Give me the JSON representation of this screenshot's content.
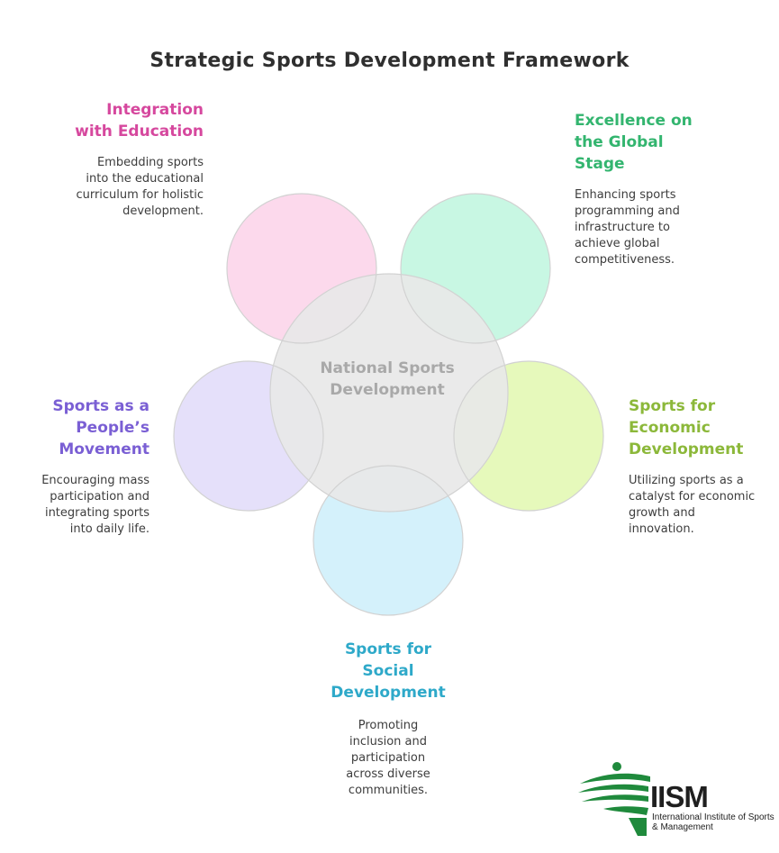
{
  "title": "Strategic Sports Development Framework",
  "center_label": "National Sports Development",
  "nodes": [
    {
      "heading": "Integration with Education",
      "description": "Embedding sports into the educational curriculum for holistic development.",
      "color": "#d6489e",
      "fill": "#fcd9ec"
    },
    {
      "heading": "Excellence on the Global Stage",
      "description": "Enhancing sports programming and infrastructure to achieve global competitiveness.",
      "color": "#33b56f",
      "fill": "#c8f7e3"
    },
    {
      "heading": "Sports for Economic Development",
      "description": "Utilizing sports as a catalyst for economic growth and innovation.",
      "color": "#8cb83a",
      "fill": "#e6f9bb"
    },
    {
      "heading": "Sports for Social Development",
      "description": "Promoting inclusion and participation across diverse communities.",
      "color": "#2ea9c9",
      "fill": "#d4f1fb"
    },
    {
      "heading": "Sports as a People’s Movement",
      "description": "Encouraging mass participation and integrating sports into daily life.",
      "color": "#7a5fd4",
      "fill": "#e5e0fa"
    }
  ],
  "logo": {
    "name": "IISM",
    "subtitle": "International Institute of Sports & Management",
    "colors": {
      "green": "#1f8a3c",
      "dark": "#1f1f1f"
    }
  }
}
